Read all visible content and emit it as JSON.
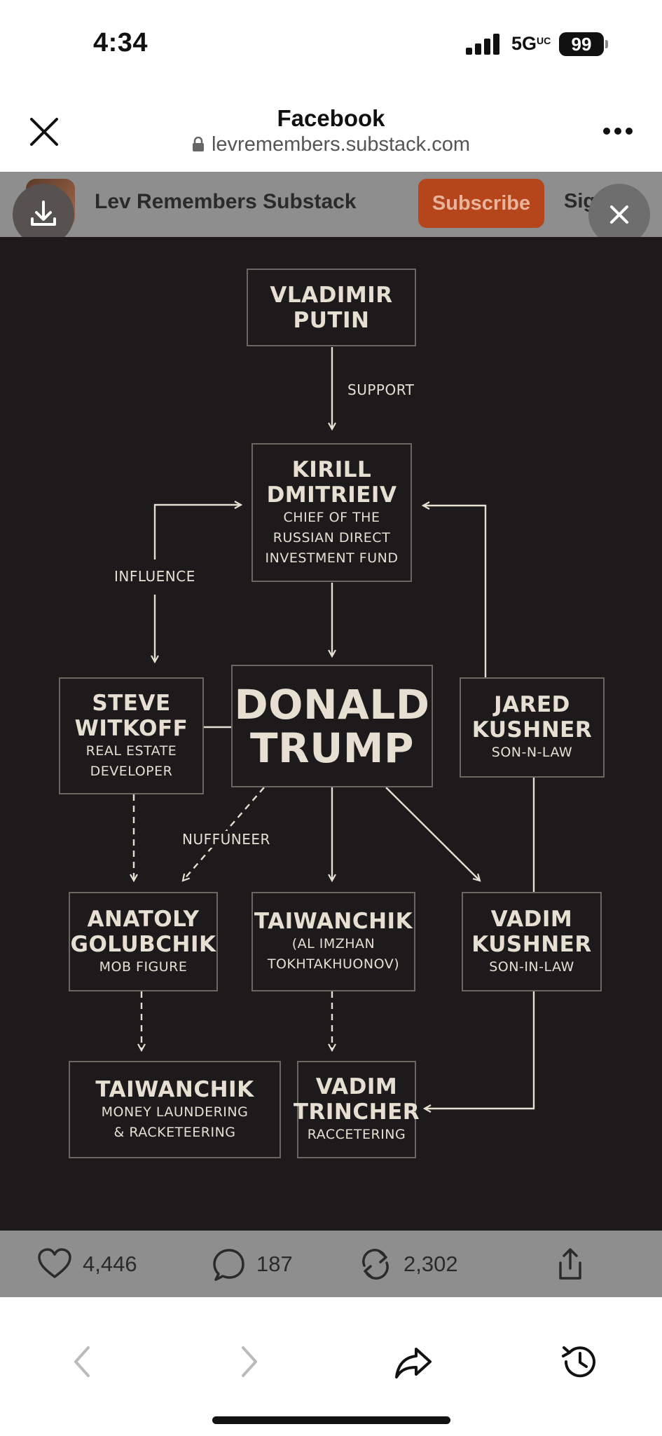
{
  "status": {
    "time": "4:34",
    "network": "5G",
    "network_suffix": "UC",
    "battery": "99"
  },
  "browser": {
    "title": "Facebook",
    "url": "levremembers.substack.com"
  },
  "substack": {
    "name": "Lev Remembers Substack",
    "subscribe_label": "Subscribe",
    "signin_label": "Sig"
  },
  "diagram": {
    "nodes": {
      "putin": {
        "name": "VLADIMIR\nPUTIN"
      },
      "dmitriev": {
        "name": "KIRILL\nDMITRIEIV",
        "sub": "CHIEF OF THE\nRUSSIAN DIRECT\nINVESTMENT FUND"
      },
      "witkoff": {
        "name": "STEVE\nWITKOFF",
        "sub": "REAL ESTATE\nDEVELOPER"
      },
      "trump": {
        "name": "DONALD\nTRUMP"
      },
      "jared": {
        "name": "JARED\nKUSHNER",
        "sub": "SON-N-LAW"
      },
      "golubchik": {
        "name": "ANATOLY\nGOLUBCHIK",
        "sub": "MOB FIGURE"
      },
      "taiwanchik1": {
        "name": "TAIWANCHIK",
        "sub": "(AL IMZHAN\nTOKHTAKHUONOV)"
      },
      "vadim_k": {
        "name": "VADIM\nKUSHNER",
        "sub": "SON-IN-LAW"
      },
      "taiwanchik2": {
        "name": "TAIWANCHIK",
        "sub": "MONEY LAUNDERING\n& RACKETEERING"
      },
      "trincher": {
        "name": "VADIM\nTRINCHER",
        "sub": "RACCETERING"
      }
    },
    "edge_labels": {
      "support": "SUPPORT",
      "influence": "INFLUENCE",
      "nuffuneer": "NUFFUNEER"
    }
  },
  "engagement": {
    "likes": "4,446",
    "comments": "187",
    "reposts": "2,302"
  },
  "colors": {
    "diagram_bg": "#1c1a1a",
    "box_border": "#6b6660",
    "text": "#e6dfd2",
    "subscribe": "#b5451b"
  }
}
